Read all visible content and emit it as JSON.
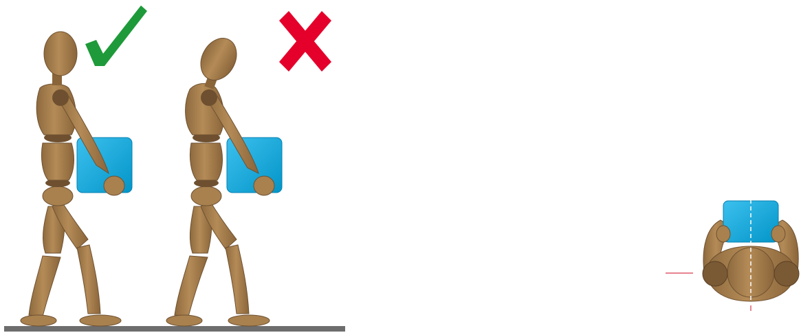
{
  "colors": {
    "background": "#ffffff",
    "wood": "#a8814f",
    "wood_light": "#c19b66",
    "wood_dark": "#6e5030",
    "joint": "#7a5a35",
    "box": "#0aa6dc",
    "box_light": "#6fd0f2",
    "floor": "#6d6d6d",
    "check": "#1e9a3a",
    "cross": "#e4002b",
    "guide_line": "#e05a6a"
  },
  "icons": {
    "correct": "check-icon",
    "incorrect": "cross-icon"
  },
  "panels": [
    {
      "id": "correct-posture",
      "mark": "check"
    },
    {
      "id": "incorrect-posture",
      "mark": "cross"
    },
    {
      "id": "top-view",
      "mark": "none"
    }
  ]
}
